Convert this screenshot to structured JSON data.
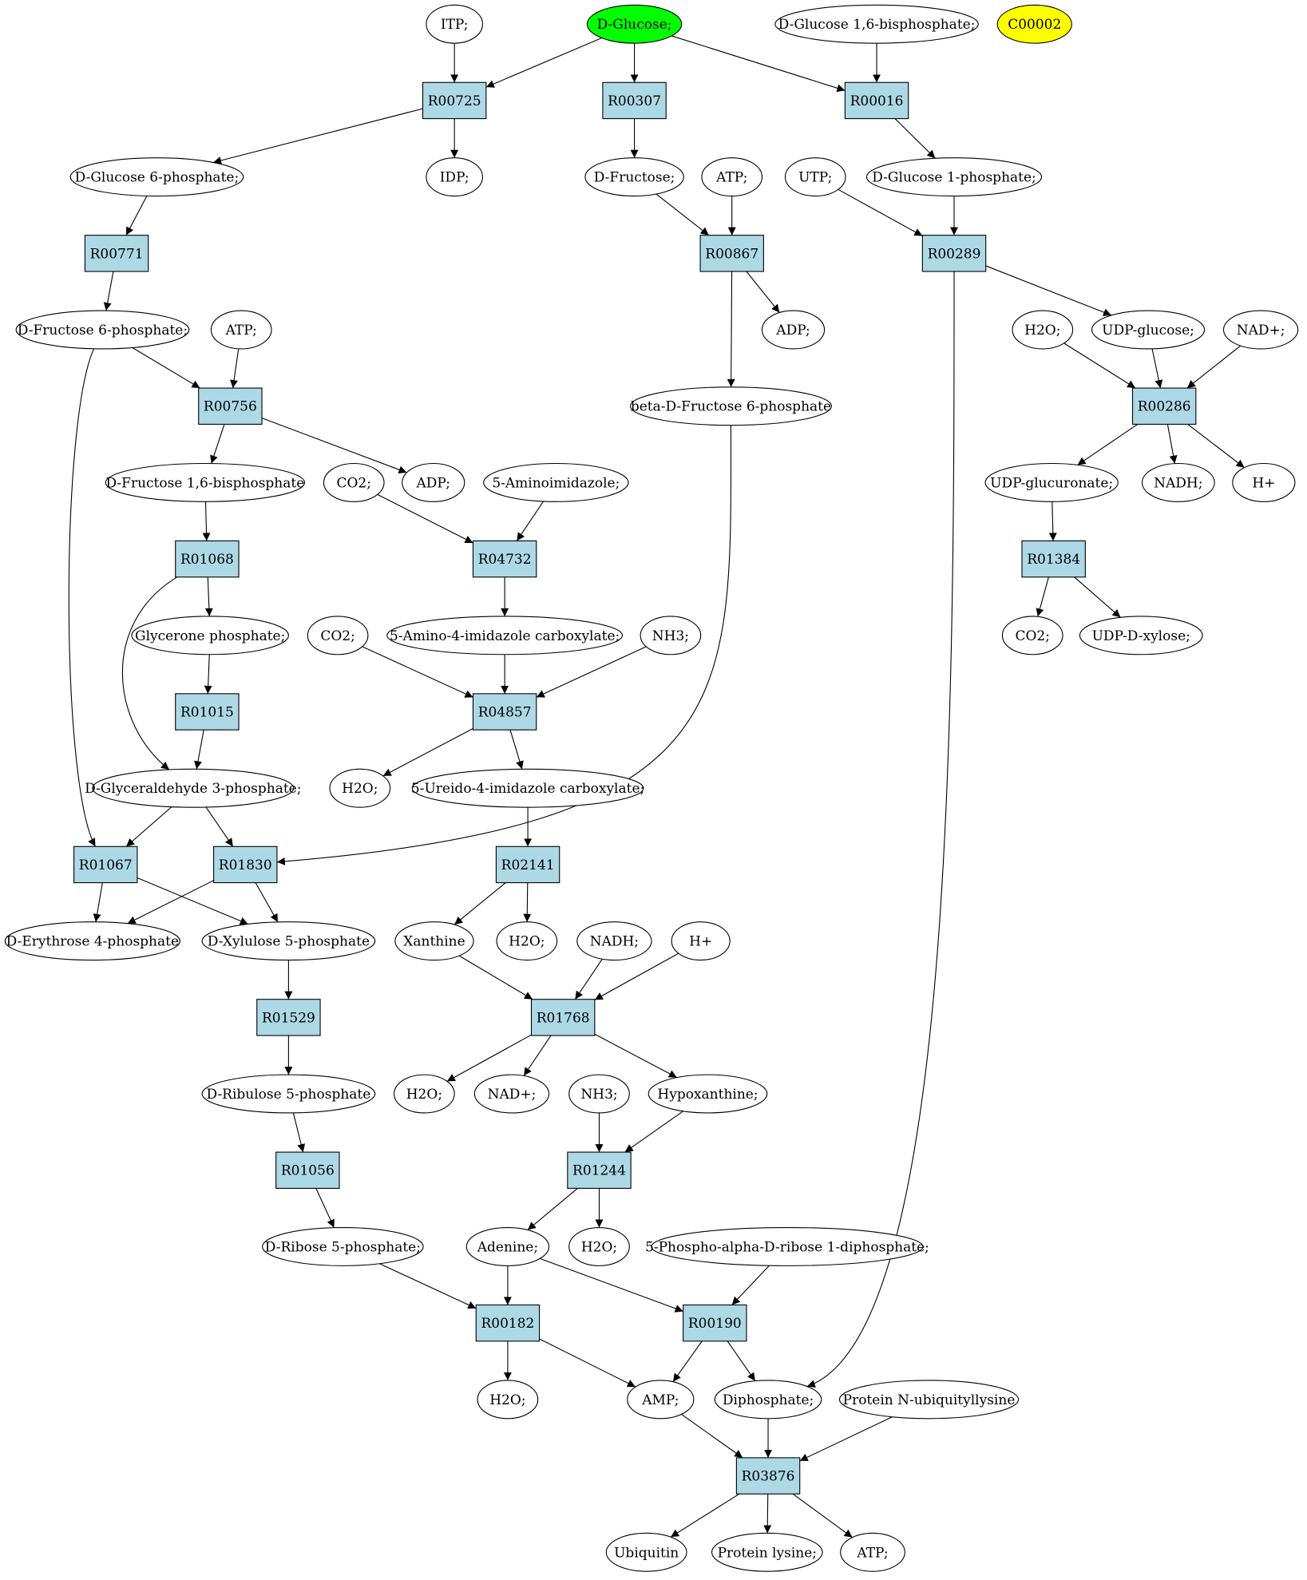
{
  "colors": {
    "reaction_fill": "#add8e6",
    "start_fill": "#00ff00",
    "highlight_fill": "#ffff00",
    "default_fill": "#ffffff"
  },
  "metabolites": [
    {
      "id": "m_itp",
      "label": "ITP;"
    },
    {
      "id": "m_dglc",
      "label": "D-Glucose;",
      "style": "start"
    },
    {
      "id": "m_dglc16bp",
      "label": "D-Glucose 1,6-bisphosphate;"
    },
    {
      "id": "m_c00002",
      "label": "C00002",
      "style": "highlight"
    },
    {
      "id": "m_g6p",
      "label": "D-Glucose 6-phosphate;"
    },
    {
      "id": "m_idp",
      "label": "IDP;"
    },
    {
      "id": "m_fru",
      "label": "D-Fructose;"
    },
    {
      "id": "m_atp1",
      "label": "ATP;"
    },
    {
      "id": "m_utp",
      "label": "UTP;"
    },
    {
      "id": "m_g1p",
      "label": "D-Glucose 1-phosphate;"
    },
    {
      "id": "m_f6p",
      "label": "D-Fructose 6-phosphate;"
    },
    {
      "id": "m_atp2",
      "label": "ATP;"
    },
    {
      "id": "m_adp1",
      "label": "ADP;"
    },
    {
      "id": "m_h2o1",
      "label": "H2O;"
    },
    {
      "id": "m_udpglc",
      "label": "UDP-glucose;"
    },
    {
      "id": "m_nadp1",
      "label": "NAD+;"
    },
    {
      "id": "m_bf6p",
      "label": "beta-D-Fructose 6-phosphate"
    },
    {
      "id": "m_fbp",
      "label": "D-Fructose 1,6-bisphosphate"
    },
    {
      "id": "m_co2a",
      "label": "CO2;"
    },
    {
      "id": "m_adp2",
      "label": "ADP;"
    },
    {
      "id": "m_5ai",
      "label": "5-Aminoimidazole;"
    },
    {
      "id": "m_udpglcur",
      "label": "UDP-glucuronate;"
    },
    {
      "id": "m_nadh1",
      "label": "NADH;"
    },
    {
      "id": "m_h1",
      "label": "H+"
    },
    {
      "id": "m_dhap",
      "label": "Glycerone phosphate;"
    },
    {
      "id": "m_co2b",
      "label": "CO2;"
    },
    {
      "id": "m_5a4ic",
      "label": "5-Amino-4-imidazole carboxylate;"
    },
    {
      "id": "m_nh3a",
      "label": "NH3;"
    },
    {
      "id": "m_co2c",
      "label": "CO2;"
    },
    {
      "id": "m_udpxyl",
      "label": "UDP-D-xylose;"
    },
    {
      "id": "m_gap",
      "label": "D-Glyceraldehyde 3-phosphate;"
    },
    {
      "id": "m_h2o2",
      "label": "H2O;"
    },
    {
      "id": "m_5u4ic",
      "label": "5-Ureido-4-imidazole carboxylate;"
    },
    {
      "id": "m_e4p",
      "label": "D-Erythrose 4-phosphate"
    },
    {
      "id": "m_xu5p",
      "label": "D-Xylulose 5-phosphate"
    },
    {
      "id": "m_xan",
      "label": "Xanthine"
    },
    {
      "id": "m_h2o3",
      "label": "H2O;"
    },
    {
      "id": "m_nadh2",
      "label": "NADH;"
    },
    {
      "id": "m_h2",
      "label": "H+"
    },
    {
      "id": "m_ru5p",
      "label": "D-Ribulose 5-phosphate"
    },
    {
      "id": "m_h2o4",
      "label": "H2O;"
    },
    {
      "id": "m_nadp2",
      "label": "NAD+;"
    },
    {
      "id": "m_nh3b",
      "label": "NH3;"
    },
    {
      "id": "m_hyp",
      "label": "Hypoxanthine;"
    },
    {
      "id": "m_r5p",
      "label": "D-Ribose 5-phosphate;"
    },
    {
      "id": "m_ade",
      "label": "Adenine;"
    },
    {
      "id": "m_h2o5",
      "label": "H2O;"
    },
    {
      "id": "m_prpp",
      "label": "5-Phospho-alpha-D-ribose 1-diphosphate;"
    },
    {
      "id": "m_h2o6",
      "label": "H2O;"
    },
    {
      "id": "m_amp",
      "label": "AMP;"
    },
    {
      "id": "m_ppi",
      "label": "Diphosphate;"
    },
    {
      "id": "m_pnub",
      "label": "Protein N-ubiquityllysine"
    },
    {
      "id": "m_ub",
      "label": "Ubiquitin"
    },
    {
      "id": "m_plys",
      "label": "Protein lysine;"
    },
    {
      "id": "m_atp3",
      "label": "ATP;"
    }
  ],
  "reactions": [
    {
      "id": "r00725",
      "label": "R00725"
    },
    {
      "id": "r00307",
      "label": "R00307"
    },
    {
      "id": "r00016",
      "label": "R00016"
    },
    {
      "id": "r00771",
      "label": "R00771"
    },
    {
      "id": "r00867",
      "label": "R00867"
    },
    {
      "id": "r00289",
      "label": "R00289"
    },
    {
      "id": "r00756",
      "label": "R00756"
    },
    {
      "id": "r00286",
      "label": "R00286"
    },
    {
      "id": "r01068",
      "label": "R01068"
    },
    {
      "id": "r04732",
      "label": "R04732"
    },
    {
      "id": "r01384",
      "label": "R01384"
    },
    {
      "id": "r01015",
      "label": "R01015"
    },
    {
      "id": "r04857",
      "label": "R04857"
    },
    {
      "id": "r01067",
      "label": "R01067"
    },
    {
      "id": "r01830",
      "label": "R01830"
    },
    {
      "id": "r02141",
      "label": "R02141"
    },
    {
      "id": "r01529",
      "label": "R01529"
    },
    {
      "id": "r01768",
      "label": "R01768"
    },
    {
      "id": "r01056",
      "label": "R01056"
    },
    {
      "id": "r01244",
      "label": "R01244"
    },
    {
      "id": "r00182",
      "label": "R00182"
    },
    {
      "id": "r00190",
      "label": "R00190"
    },
    {
      "id": "r03876",
      "label": "R03876"
    }
  ],
  "edges": [
    [
      "m_itp",
      "r00725"
    ],
    [
      "m_dglc",
      "r00725"
    ],
    [
      "m_dglc",
      "r00307"
    ],
    [
      "m_dglc",
      "r00016"
    ],
    [
      "m_dglc16bp",
      "r00016"
    ],
    [
      "r00725",
      "m_g6p"
    ],
    [
      "r00725",
      "m_idp"
    ],
    [
      "r00307",
      "m_fru"
    ],
    [
      "r00016",
      "m_g1p"
    ],
    [
      "m_g6p",
      "r00771"
    ],
    [
      "m_fru",
      "r00867"
    ],
    [
      "m_atp1",
      "r00867"
    ],
    [
      "m_utp",
      "r00289"
    ],
    [
      "m_g1p",
      "r00289"
    ],
    [
      "r00771",
      "m_f6p"
    ],
    [
      "r00867",
      "m_adp1"
    ],
    [
      "r00867",
      "m_bf6p"
    ],
    [
      "r00289",
      "m_udpglc"
    ],
    [
      "r00289",
      "m_ppi"
    ],
    [
      "m_f6p",
      "r00756"
    ],
    [
      "m_atp2",
      "r00756"
    ],
    [
      "m_f6p",
      "r01067"
    ],
    [
      "m_h2o1",
      "r00286"
    ],
    [
      "m_udpglc",
      "r00286"
    ],
    [
      "m_nadp1",
      "r00286"
    ],
    [
      "r00756",
      "m_fbp"
    ],
    [
      "r00756",
      "m_adp2"
    ],
    [
      "r00286",
      "m_udpglcur"
    ],
    [
      "r00286",
      "m_nadh1"
    ],
    [
      "r00286",
      "m_h1"
    ],
    [
      "m_co2a",
      "r04732"
    ],
    [
      "m_5ai",
      "r04732"
    ],
    [
      "m_fbp",
      "r01068"
    ],
    [
      "m_udpglcur",
      "r01384"
    ],
    [
      "r01384",
      "m_co2c"
    ],
    [
      "r01384",
      "m_udpxyl"
    ],
    [
      "r01068",
      "m_dhap"
    ],
    [
      "r01068",
      "m_gap"
    ],
    [
      "r04732",
      "m_5a4ic"
    ],
    [
      "m_dhap",
      "r01015"
    ],
    [
      "r01015",
      "m_gap"
    ],
    [
      "m_co2b",
      "r04857"
    ],
    [
      "m_5a4ic",
      "r04857"
    ],
    [
      "m_nh3a",
      "r04857"
    ],
    [
      "r04857",
      "m_h2o2"
    ],
    [
      "r04857",
      "m_5u4ic"
    ],
    [
      "m_gap",
      "r01067"
    ],
    [
      "m_gap",
      "r01830"
    ],
    [
      "m_bf6p",
      "r01830"
    ],
    [
      "m_5u4ic",
      "r02141"
    ],
    [
      "r01067",
      "m_e4p"
    ],
    [
      "r01067",
      "m_xu5p"
    ],
    [
      "r01830",
      "m_e4p"
    ],
    [
      "r01830",
      "m_xu5p"
    ],
    [
      "r02141",
      "m_xan"
    ],
    [
      "r02141",
      "m_h2o3"
    ],
    [
      "m_xan",
      "r01768"
    ],
    [
      "m_nadh2",
      "r01768"
    ],
    [
      "m_h2",
      "r01768"
    ],
    [
      "m_xu5p",
      "r01529"
    ],
    [
      "r01529",
      "m_ru5p"
    ],
    [
      "r01768",
      "m_h2o4"
    ],
    [
      "r01768",
      "m_nadp2"
    ],
    [
      "r01768",
      "m_hyp"
    ],
    [
      "m_nh3b",
      "r01244"
    ],
    [
      "m_hyp",
      "r01244"
    ],
    [
      "m_ru5p",
      "r01056"
    ],
    [
      "r01056",
      "m_r5p"
    ],
    [
      "r01244",
      "m_ade"
    ],
    [
      "r01244",
      "m_h2o5"
    ],
    [
      "m_r5p",
      "r00182"
    ],
    [
      "m_ade",
      "r00182"
    ],
    [
      "m_ade",
      "r00190"
    ],
    [
      "m_prpp",
      "r00190"
    ],
    [
      "r00182",
      "m_h2o6"
    ],
    [
      "r00182",
      "m_amp"
    ],
    [
      "r00190",
      "m_amp"
    ],
    [
      "r00190",
      "m_ppi"
    ],
    [
      "m_amp",
      "r03876"
    ],
    [
      "m_ppi",
      "r03876"
    ],
    [
      "m_pnub",
      "r03876"
    ],
    [
      "r03876",
      "m_ub"
    ],
    [
      "r03876",
      "m_plys"
    ],
    [
      "r03876",
      "m_atp3"
    ]
  ]
}
